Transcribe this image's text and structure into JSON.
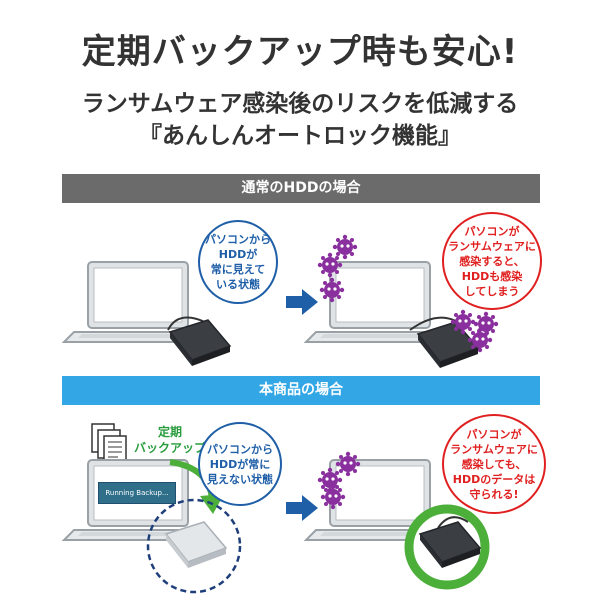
{
  "header": {
    "title": "定期バックアップ時も安心!",
    "subtitle1": "ランサムウェア感染後のリスクを低減する",
    "subtitle2": "『あんしんオートロック機能』"
  },
  "section_normal": {
    "band_label": "通常のHDDの場合",
    "bubble_left": "パソコンから\nHDDが\n常に見えて\nいる状態",
    "bubble_right": "パソコンが\nランサムウェアに\n感染すると、\nHDDも感染\nしてしまう"
  },
  "section_product": {
    "band_label": "本商品の場合",
    "backup_label": "定期\nバックアップ",
    "screen_text": "Running Backup...",
    "bubble_left": "パソコンから\nHDDが常に\n見えない状態",
    "bubble_right": "パソコンが\nランサムウェアに\n感染しても、\nHDDのデータは\n守られる!"
  },
  "colors": {
    "band_gray": "#6b6b6b",
    "band_blue": "#33a7e5",
    "arrow_blue": "#1f5fa8",
    "virus_purple": "#8a2f9e",
    "protect_green": "#4caf3a",
    "alert_red": "#e02020"
  }
}
